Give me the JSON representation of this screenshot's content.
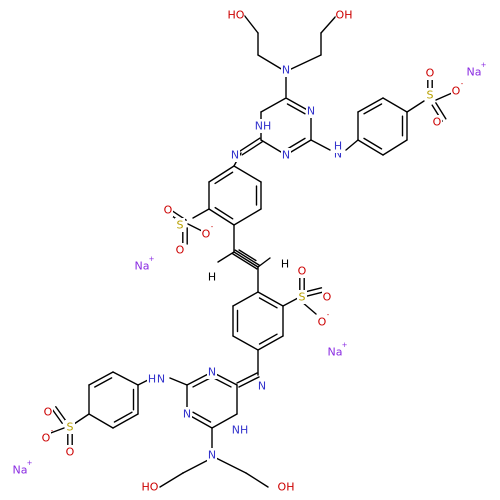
{
  "colors": {
    "bond": "#000000",
    "carbon_H": "#000000",
    "nitrogen": "#3333cc",
    "oxygen": "#cc0000",
    "sulfur": "#b8a000",
    "sodium": "#8a2be2"
  },
  "atoms": {
    "o_top_left": "HO",
    "o_top_right": "OH",
    "n_top_amine": "N",
    "n_top_ring_nh": "NH",
    "n_top_ring_a": "N",
    "n_top_ring_b": "N",
    "n_top_imine": "N",
    "n_top_anilino": "N",
    "h_top_anilino": "H",
    "s_top_aryl": "S",
    "o_top_aryl_1": "O",
    "o_top_aryl_2": "O",
    "o_top_aryl_minus": "O",
    "na_1": "Na",
    "s_upper_mid": "S",
    "o_upper_mid_1": "O",
    "o_upper_mid_2": "O",
    "o_upper_mid_minus": "O",
    "na_2": "Na",
    "h_vinyl_left": "H",
    "h_vinyl_right": "H",
    "s_lower_mid": "S",
    "o_lower_mid_1": "O",
    "o_lower_mid_2": "O",
    "o_lower_mid_minus": "O",
    "na_3": "Na",
    "n_bot_imine": "N",
    "n_bot_ring_a": "N",
    "n_bot_ring_b": "N",
    "n_bot_ring_nh": "NH",
    "n_bot_anilino": "N",
    "h_bot_anilino": "H",
    "n_bot_amine": "N",
    "s_bot_aryl": "S",
    "o_bot_aryl_1": "O",
    "o_bot_aryl_2": "O",
    "o_bot_aryl_minus": "O",
    "na_4": "Na",
    "o_bot_left": "HO",
    "o_bot_right": "OH"
  },
  "charges": {
    "plus": "+",
    "minus": "-"
  }
}
